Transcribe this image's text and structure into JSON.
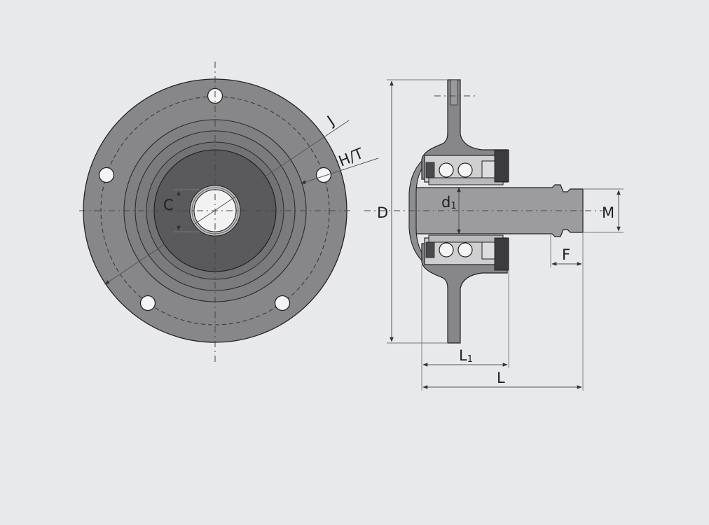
{
  "labels": {
    "front": {
      "C": "C",
      "J": "J",
      "HT": "H/T"
    },
    "side": {
      "D": "D",
      "d": "d",
      "d_sub": "1",
      "M": "M",
      "F": "F",
      "L1": "L",
      "L1_sub": "1",
      "L": "L"
    }
  },
  "colors": {
    "background": "#e8e9eb",
    "flange": "#87878a",
    "flange_dark": "#6b6b6e",
    "hub_dark": "#5a5a5c",
    "shaft": "#9c9c9f",
    "bore": "#f2f2f2",
    "outline": "#222222"
  },
  "icons": {
    "mounting_hole": "bolt-hole-icon",
    "ball": "bearing-ball-icon"
  }
}
